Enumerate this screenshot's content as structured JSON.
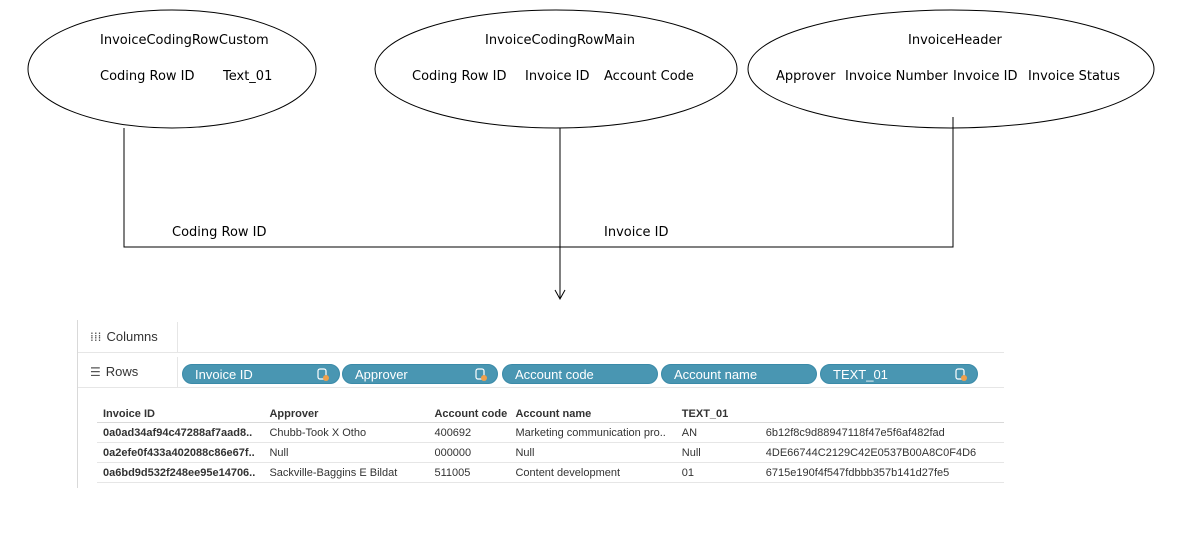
{
  "entities": [
    {
      "title": "InvoiceCodingRowCustom",
      "fields": [
        "Coding Row ID",
        "Text_01"
      ]
    },
    {
      "title": "InvoiceCodingRowMain",
      "fields": [
        "Coding Row ID",
        "Invoice ID",
        "Account Code"
      ]
    },
    {
      "title": "InvoiceHeader",
      "fields": [
        "Approver",
        "Invoice Number",
        "Invoice ID",
        "Invoice Status"
      ]
    }
  ],
  "joins": {
    "left_label": "Coding Row ID",
    "right_label": "Invoice ID"
  },
  "shelves": {
    "columns_label": "Columns",
    "rows_label": "Rows",
    "pills": [
      "Invoice ID",
      "Approver",
      "Account code",
      "Account name",
      "TEXT_01"
    ]
  },
  "table": {
    "headers": [
      "Invoice ID",
      "Approver",
      "Account code",
      "Account name",
      "TEXT_01",
      ""
    ],
    "rows": [
      [
        "0a0ad34af94c47288af7aad8..",
        "Chubb-Took X Otho",
        "400692",
        "Marketing communication pro..",
        "AN",
        "6b12f8c9d88947118f47e5f6af482fad"
      ],
      [
        "0a2efe0f433a402088c86e67f..",
        "Null",
        "000000",
        "Null",
        "Null",
        "4DE66744C2129C42E0537B00A8C0F4D6"
      ],
      [
        "0a6bd9d532f248ee95e14706..",
        "Sackville-Baggins E Bildat",
        "511005",
        "Content development",
        "01",
        "6715e190f4f547fdbbb357b141d27fe5"
      ]
    ]
  },
  "colors": {
    "pill": "#4996b2",
    "pill_icon": "#f0a04b"
  }
}
